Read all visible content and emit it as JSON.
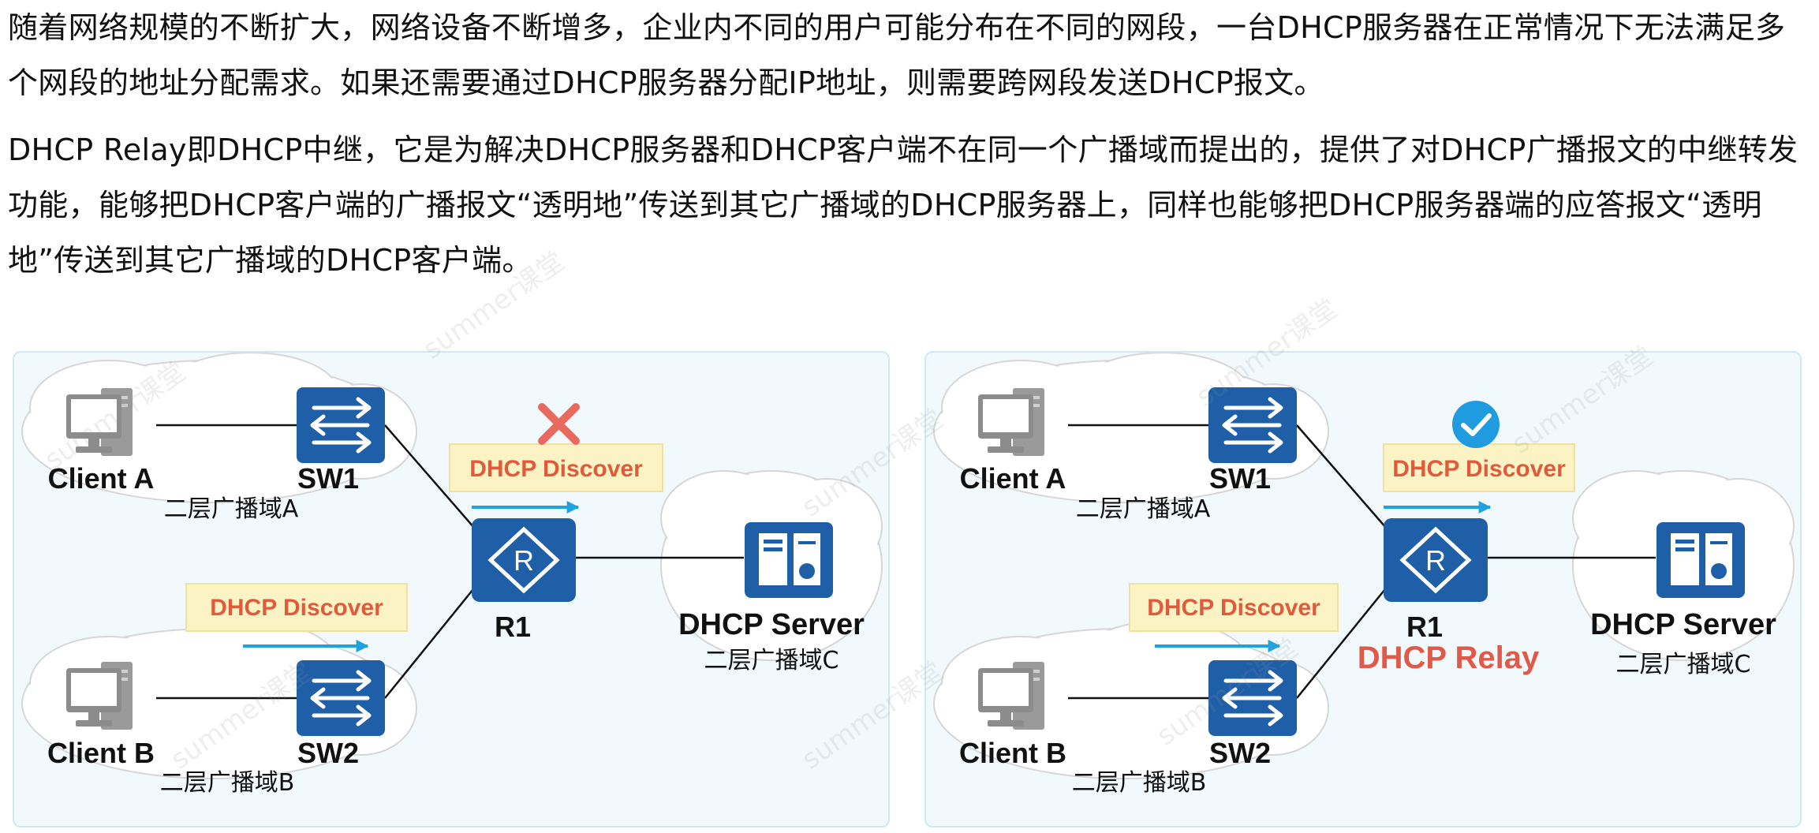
{
  "paragraphs": {
    "p1": "随着网络规模的不断扩大，网络设备不断增多，企业内不同的用户可能分布在不同的网段，一台DHCP服务器在正常情况下无法满足多个网段的地址分配需求。如果还需要通过DHCP服务器分配IP地址，则需要跨网段发送DHCP报文。",
    "p2": "DHCP Relay即DHCP中继，它是为解决DHCP服务器和DHCP客户端不在同一个广播域而提出的，提供了对DHCP广播报文的中继转发功能，能够把DHCP客户端的广播报文“透明地”传送到其它广播域的DHCP服务器上，同样也能够把DHCP服务器端的应答报文“透明地”传送到其它广播域的DHCP客户端。"
  },
  "diagram_left": {
    "client_a": "Client A",
    "client_b": "Client B",
    "sw1": "SW1",
    "sw2": "SW2",
    "router": "R1",
    "router_icon_letter": "R",
    "server": "DHCP Server",
    "zone_a": "二层广播域A",
    "zone_b": "二层广播域B",
    "zone_c": "二层广播域C",
    "msg_top": "DHCP Discover",
    "msg_bottom": "DHCP Discover",
    "status_icon": "cross-icon"
  },
  "diagram_right": {
    "client_a": "Client A",
    "client_b": "Client B",
    "sw1": "SW1",
    "sw2": "SW2",
    "router": "R1",
    "router_icon_letter": "R",
    "server": "DHCP Server",
    "zone_a": "二层广播域A",
    "zone_b": "二层广播域B",
    "zone_c": "二层广播域C",
    "msg_top": "DHCP Discover",
    "msg_bottom": "DHCP Discover",
    "relay": "DHCP Relay",
    "status_icon": "check-circle-icon"
  },
  "watermark": "summer课堂",
  "colors": {
    "device_blue": "#1f5fa8",
    "arrow_blue": "#1fa3e0",
    "message_box_fill": "#fbf3c4",
    "message_text": "#e05a3c",
    "cross_red": "#e86a5e",
    "check_blue": "#1f9be0",
    "panel_bg": "#f1f9fd"
  }
}
